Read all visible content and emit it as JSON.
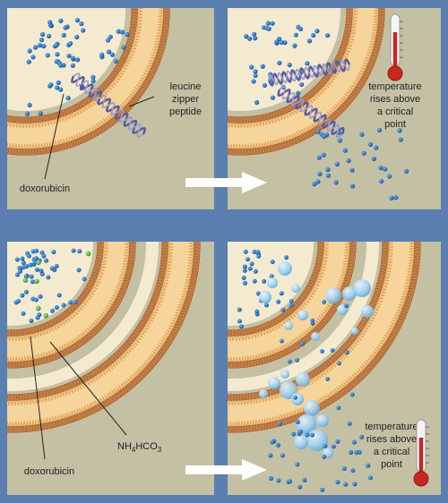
{
  "panels": {
    "top_left": {
      "peptide_label_line1": "leucine",
      "peptide_label_line2": "zipper",
      "peptide_label_line3": "peptide",
      "drug_label": "doxorubicin"
    },
    "top_right": {
      "temp_label_line1": "temperature",
      "temp_label_line2": "rises above",
      "temp_label_line3": "a critical",
      "temp_label_line4": "point",
      "thermometer_icon": "thermometer-icon"
    },
    "bottom_left": {
      "drug_label": "doxorubicin",
      "salt_label_prefix": "NH",
      "salt_label_sub1": "4",
      "salt_label_mid": "HCO",
      "salt_label_sub2": "3"
    },
    "bottom_right": {
      "temp_label_line1": "temperature",
      "temp_label_line2": "rises above",
      "temp_label_line3": "a critical",
      "temp_label_line4": "point",
      "thermometer_icon": "thermometer-icon"
    }
  },
  "arrows": {
    "top": "arrow-right-icon",
    "bottom": "arrow-right-icon"
  },
  "colors": {
    "frame": "#5a7fb0",
    "panel_bg": "#c4c0a4",
    "lipid_interior": "#f6d59c",
    "lipid_head": "#c4804a",
    "lipid_tail": "#e1a45a",
    "liposome_core": "#f3ead0",
    "drug_blue": "#1b66b8",
    "ammonium_green": "#58b546",
    "bubble": "#8ec8ec",
    "helix": "#5a5a9a",
    "thermometer_red": "#c6281f"
  }
}
